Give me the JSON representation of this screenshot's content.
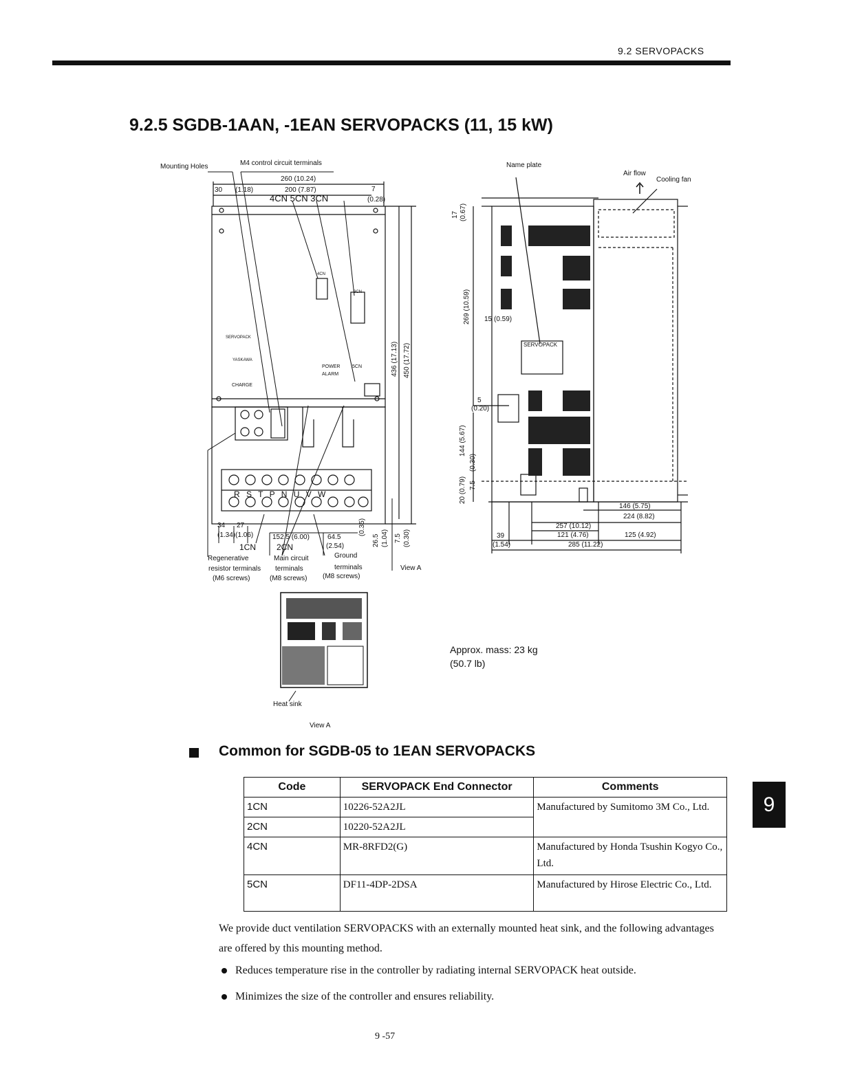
{
  "header": {
    "section": "9.2 SERVOPACKS"
  },
  "title": "9.2.5 SGDB-1AAN, -1EAN SERVOPACKS (11, 15 kW)",
  "figure": {
    "front_labels": {
      "mounting_holes": "Mounting Holes",
      "control_terminals": "M4 control circuit terminals",
      "connectors_top": "4CN  5CN  3CN",
      "connector_4cn": "4CN",
      "connector_3cn": "3CN",
      "servopack": "SERVOPACK",
      "yaskawa": "YASKAWA",
      "charge": "CHARGE",
      "power": "POWER",
      "alarm": "ALARM",
      "conn_5cn": "5CN",
      "conn_1cn": "1CN",
      "conn_2cn": "2CN",
      "terminal_letters": "R  S  T  P  N  U  V  W",
      "regenerative": "Regenerative",
      "resistor_terminals": "resistor terminals",
      "m6_screws": "(M6 screws)",
      "main_circuit": "Main circuit",
      "main_terminals": "terminals",
      "m8_screws_main": "(M8 screws)",
      "ground": "Ground",
      "ground_terminals": "terminals",
      "m8_screws_ground": "(M8 screws)",
      "view_a_arrow": "View A",
      "heat_sink": "Heat sink",
      "view_a_caption": "View A"
    },
    "front_dims": {
      "d260": "260 (10.24)",
      "d30": "30",
      "d118": "(1.18)",
      "d200": "200 (7.87)",
      "d7": "7",
      "d028": "(0.28)",
      "d436": "436 (17.13)",
      "d450": "450 (17.72)",
      "d34": "34",
      "d27": "27",
      "d134": "(1.34)(1.06)",
      "d1525": "152.5 (6.00)",
      "d645": "64.5",
      "d254": "(2.54)",
      "d035": "(0.35)",
      "d265": "26.5",
      "d104": "(1.04)",
      "d75": "7.5",
      "d030": "(0.30)"
    },
    "side_labels": {
      "name_plate": "Name plate",
      "air_flow": "Air flow",
      "cooling_fan": "Cooling fan",
      "servopack_plate": "SERVOPACK"
    },
    "side_dims": {
      "d17": "17",
      "d067": "(0.67)",
      "d269": "269 (10.59)",
      "d15": "15",
      "d059": "(0.59)",
      "d5": "5",
      "d020": "(0.20)",
      "d144": "144 (5.67)",
      "d030": "(0.30)",
      "d20": "20 (0.79)",
      "d75": "7.5",
      "d146": "146 (5.75)",
      "d224": "224 (8.82)",
      "d257": "257 (10.12)",
      "d39": "39",
      "d121": "121 (4.76)",
      "d125": "125 (4.92)",
      "d154": "(1.54)",
      "d285": "285 (11.22)"
    },
    "mass_line1": "Approx. mass: 23 kg",
    "mass_line2": "(50.7 lb)"
  },
  "section": {
    "title": "Common for SGDB-05 to 1EAN SERVOPACKS"
  },
  "table": {
    "headers": [
      "Code",
      "SERVOPACK End Connector",
      "Comments"
    ],
    "rows": [
      {
        "code": "1CN",
        "connector": "10226-52A2JL"
      },
      {
        "code": "2CN",
        "connector": "10220-52A2JL"
      },
      {
        "code": "4CN",
        "connector": "MR-8RFD2(G)"
      },
      {
        "code": "5CN",
        "connector": "DF11-4DP-2DSA"
      }
    ],
    "comments": [
      "Manufactured by Sumitomo 3M Co., Ltd.",
      "Manufactured by Honda Tsushin Kogyo Co., Ltd.",
      "Manufactured by Hirose Electric Co., Ltd."
    ]
  },
  "body": {
    "paragraph": "We provide duct ventilation SERVOPACKS with an externally mounted heat sink, and the following advantages are offered by this mounting method.",
    "bullets": [
      "Reduces temperature rise in the controller by radiating internal SERVOPACK heat outside.",
      "Minimizes the size of the controller and ensures reliability."
    ]
  },
  "chapter_tab": "9",
  "page_number": "9 -57"
}
